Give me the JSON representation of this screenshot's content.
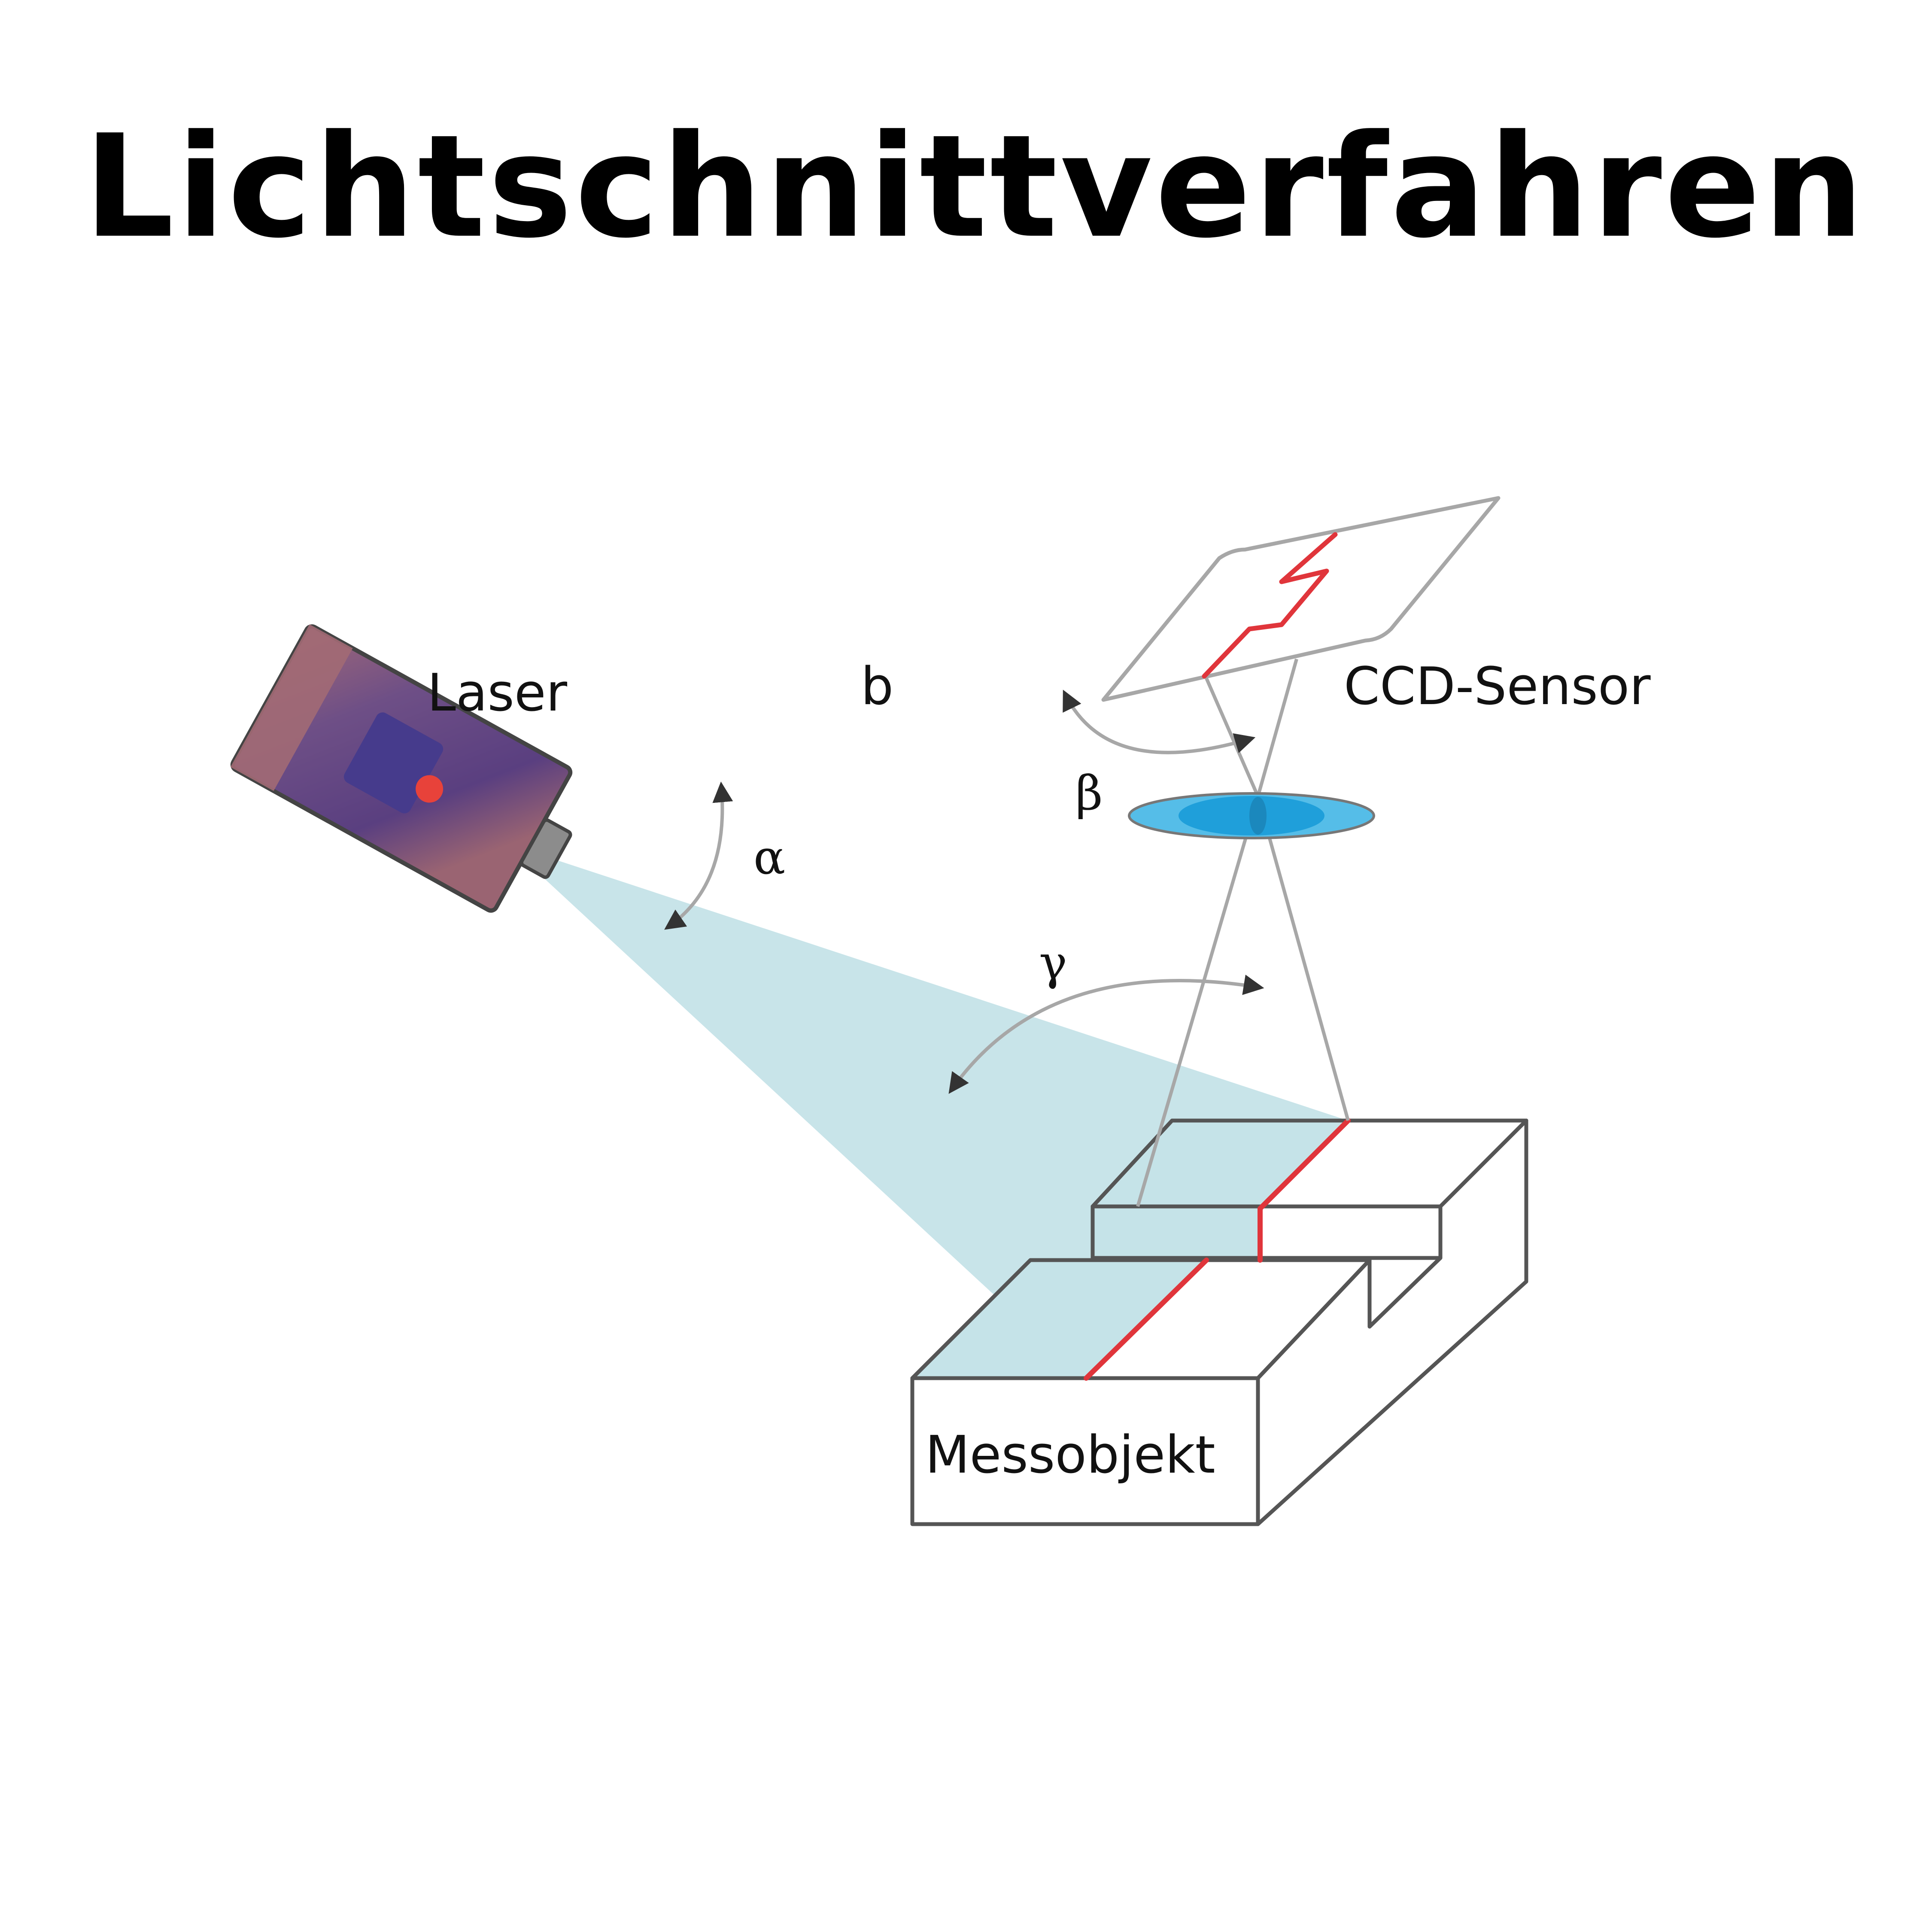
{
  "title": "Lichtschnittverfahren",
  "labels": {
    "laser": "Laser",
    "b": "b",
    "ccd_sensor": "CCD-Sensor",
    "alpha": "α",
    "beta": "β",
    "gamma": "γ",
    "messobjekt": "Messobjekt"
  },
  "colors": {
    "laser_line": "#e0353b",
    "light_sheet": "#c5e3e8",
    "lens": "#2aa3dc",
    "outline": "#555555",
    "beam_lines": "#a7a7a7",
    "laser_body": "#7a4e82"
  }
}
